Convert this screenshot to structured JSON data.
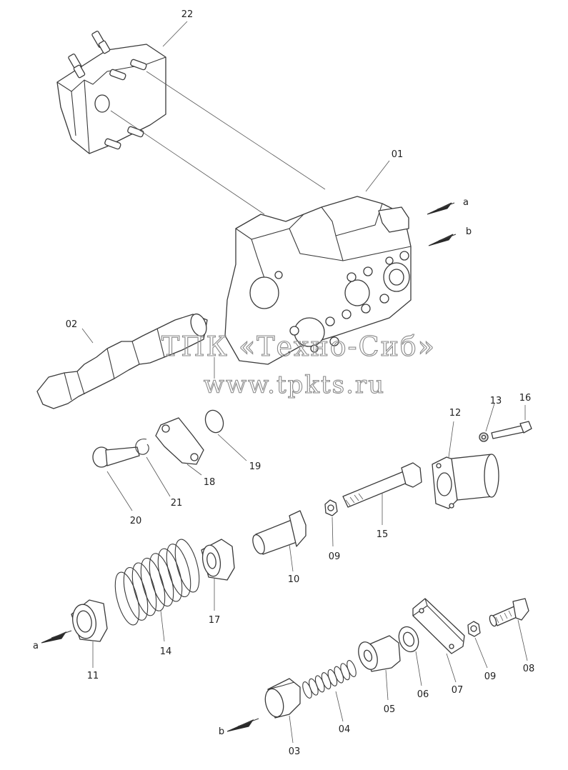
{
  "watermark": {
    "line1": "ТПК «Техно-Сиб»",
    "line2": "www.tpkts.ru"
  },
  "parts": {
    "p22": "22",
    "p01": "01",
    "p02": "02",
    "p12": "12",
    "p13": "13",
    "p16": "16",
    "p19": "19",
    "p18": "18",
    "p21": "21",
    "p20": "20",
    "p15": "15",
    "p09a": "09",
    "p10": "10",
    "p17": "17",
    "p14": "14",
    "p11": "11",
    "p07": "07",
    "p09b": "09",
    "p08": "08",
    "p06": "06",
    "p05": "05",
    "p04": "04",
    "p03": "03"
  },
  "arrows": {
    "a_top": "a",
    "b_top": "b",
    "a_left": "a",
    "b_left": "b"
  }
}
